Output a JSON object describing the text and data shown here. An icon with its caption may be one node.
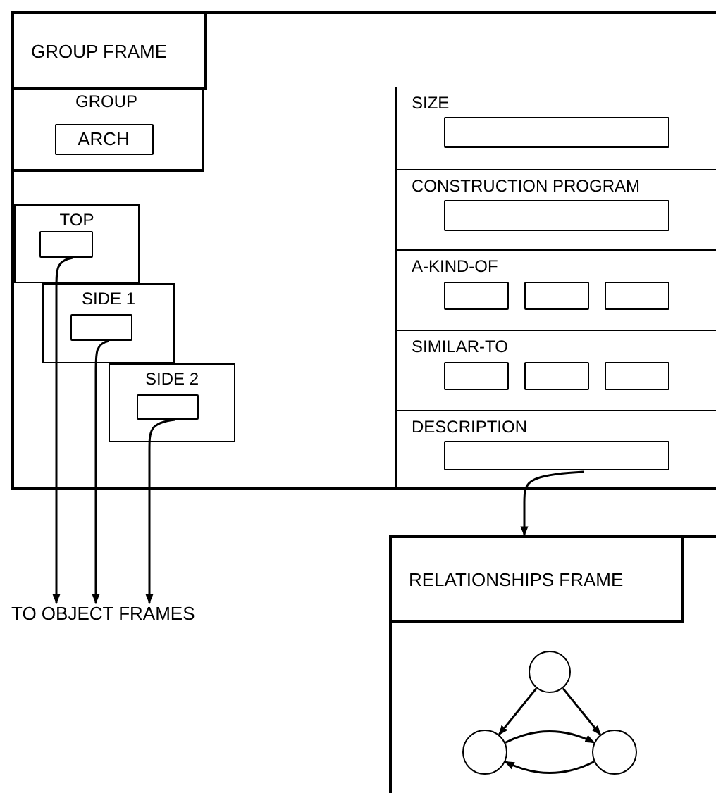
{
  "diagram": {
    "nodes": [
      {
        "text": [
          "GROUP FRAME"
        ]
      },
      {
        "text": [
          "GROUP"
        ],
        "in": 0
      },
      {
        "text": [
          "ARCH"
        ],
        "in": 1
      },
      {
        "text": [
          "TOP"
        ],
        "in": 0
      },
      {
        "text": [],
        "shape": "box",
        "in": 3
      },
      {
        "text": [
          "SIDE 1"
        ],
        "in": 0
      },
      {
        "text": [],
        "shape": "box",
        "in": 5
      },
      {
        "text": [
          "SIDE 2"
        ],
        "in": 0
      },
      {
        "text": [],
        "shape": "box",
        "in": 7
      },
      {
        "text": [
          "SIZE"
        ],
        "in": 0
      },
      {
        "text": [],
        "shape": "box",
        "in": 9
      },
      {
        "text": [
          "CONSTRUCTION PROGRAM"
        ],
        "in": 0
      },
      {
        "text": [],
        "shape": "box",
        "in": 11
      },
      {
        "text": [
          "A-KIND-OF"
        ],
        "in": 0
      },
      {
        "text": [],
        "shape": "box",
        "in": 13
      },
      {
        "text": [],
        "shape": "box",
        "in": 13
      },
      {
        "text": [],
        "shape": "box",
        "in": 13
      },
      {
        "text": [
          "SIMILAR-TO"
        ],
        "in": 0
      },
      {
        "text": [],
        "shape": "box",
        "in": 17
      },
      {
        "text": [],
        "shape": "box",
        "in": 17
      },
      {
        "text": [],
        "shape": "box",
        "in": 17
      },
      {
        "text": [
          "DESCRIPTION"
        ],
        "in": 0
      },
      {
        "text": [],
        "shape": "box",
        "in": 21
      },
      {
        "text": [
          "TO OBJECT FRAMES"
        ]
      },
      {
        "text": [
          "RELATIONSHIPS FRAME"
        ]
      },
      {
        "text": [],
        "shape": "circle",
        "in": 24
      },
      {
        "text": [],
        "shape": "circle",
        "in": 24
      },
      {
        "text": [],
        "shape": "circle",
        "in": 24
      }
    ],
    "edges": [
      {
        "from": 4,
        "to": 23,
        "arrow": "to"
      },
      {
        "from": 6,
        "to": 23,
        "arrow": "to"
      },
      {
        "from": 8,
        "to": 23,
        "arrow": "to"
      },
      {
        "from": 22,
        "to": 24,
        "arrow": "to"
      },
      {
        "from": 25,
        "to": 26,
        "arrow": "to"
      },
      {
        "from": 25,
        "to": 27,
        "arrow": "to"
      },
      {
        "from": 26,
        "to": 27,
        "arrow": "to"
      },
      {
        "from": 27,
        "to": 26,
        "arrow": "to"
      }
    ]
  }
}
